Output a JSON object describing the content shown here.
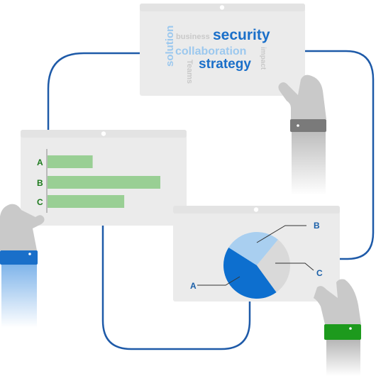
{
  "colors": {
    "frame_line": "#1e5aa8",
    "card_bg": "#ebebeb",
    "card_header": "#e3e3e3",
    "bar_green": "#99cf94",
    "label_green": "#1d7a1d",
    "pie_dark_blue": "#0d6fcf",
    "pie_light_blue": "#a9cff0",
    "pie_gray": "#d9d9d9",
    "pie_label_blue": "#1a5fa8",
    "skin": "#c9c9c9",
    "cuff_blue": "#1a6fc9",
    "cuff_green": "#1d9a1d",
    "cuff_gray": "#7a7a7a",
    "word_blue": "#1a6fc9",
    "word_light_blue": "#9cc8ee",
    "word_gray": "#c9c9c9"
  },
  "word_cloud": {
    "words": [
      {
        "text": "security",
        "color": "word_blue",
        "weight": "strong"
      },
      {
        "text": "collaboration",
        "color": "word_light_blue",
        "weight": "medium"
      },
      {
        "text": "strategy",
        "color": "word_blue",
        "weight": "strong"
      },
      {
        "text": "solution",
        "color": "word_light_blue",
        "weight": "medium",
        "orientation": "vertical-up"
      },
      {
        "text": "business",
        "color": "word_gray",
        "weight": "light"
      },
      {
        "text": "impact",
        "color": "word_gray",
        "weight": "light",
        "orientation": "vertical-down"
      },
      {
        "text": "Teams",
        "color": "word_gray",
        "weight": "light",
        "orientation": "vertical-down"
      }
    ]
  },
  "chart_data": [
    {
      "type": "bar",
      "orientation": "horizontal",
      "categories": [
        "A",
        "B",
        "C"
      ],
      "values": [
        0.4,
        1.0,
        0.68
      ],
      "grid": false
    },
    {
      "type": "pie",
      "categories": [
        "A",
        "B",
        "C"
      ],
      "values": [
        0.44,
        0.27,
        0.29
      ],
      "colors": [
        "pie_dark_blue",
        "pie_light_blue",
        "pie_gray"
      ]
    }
  ]
}
